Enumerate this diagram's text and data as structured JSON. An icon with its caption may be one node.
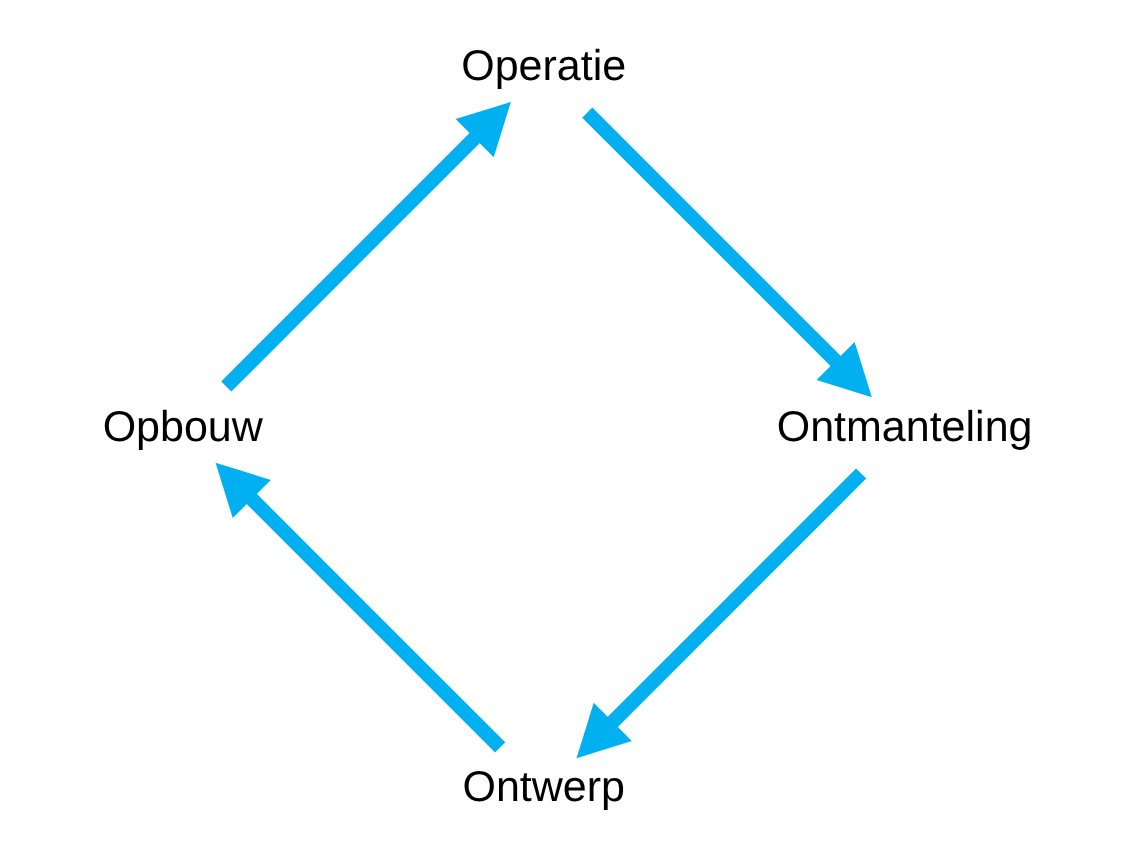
{
  "diagram": {
    "nodes": [
      {
        "text": [
          "Ontwerp"
        ]
      },
      {
        "text": [
          "Opbouw"
        ]
      },
      {
        "text": [
          "Operatie"
        ]
      },
      {
        "text": [
          "Ontmanteling"
        ]
      }
    ],
    "edges": [
      {
        "from": 0,
        "to": 1,
        "arrow": "to"
      },
      {
        "from": 1,
        "to": 2,
        "arrow": "to"
      },
      {
        "from": 2,
        "to": 3,
        "arrow": "to"
      },
      {
        "from": 3,
        "to": 0,
        "arrow": "to"
      }
    ]
  }
}
